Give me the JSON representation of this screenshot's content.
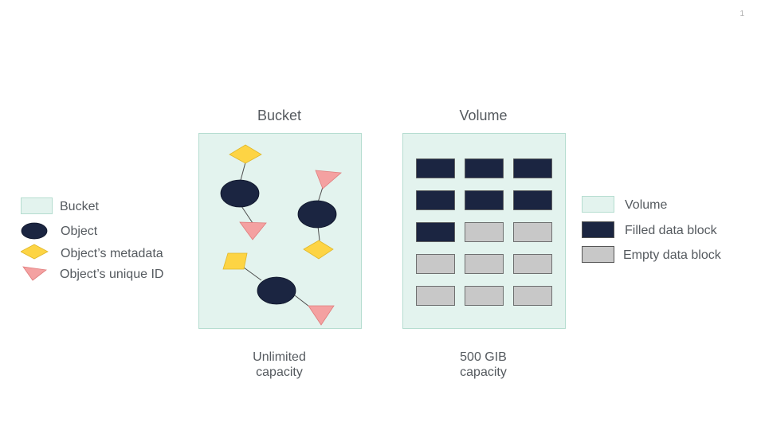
{
  "slide_number": "1",
  "bucket": {
    "title": "Bucket",
    "caption_line1": "Unlimited",
    "caption_line2": "capacity"
  },
  "volume": {
    "title": "Volume",
    "caption_line1": "500 GIB",
    "caption_line2": "capacity",
    "grid": {
      "rows": 5,
      "cols": 3,
      "filled_blocks": 7,
      "filled_color": "#1b2541",
      "empty_color": "#c8c8c8"
    }
  },
  "left_legend": [
    {
      "label": "Bucket",
      "icon": "bucket-swatch"
    },
    {
      "label": "Object",
      "icon": "object-ellipse-icon"
    },
    {
      "label": "Object’s metadata",
      "icon": "metadata-diamond-icon"
    },
    {
      "label": "Object’s unique ID",
      "icon": "unique-id-triangle-icon"
    }
  ],
  "right_legend": [
    {
      "label": "Volume",
      "icon": "volume-swatch"
    },
    {
      "label": "Filled data block",
      "icon": "filled-block-swatch"
    },
    {
      "label": "Empty data block",
      "icon": "empty-block-swatch"
    }
  ],
  "colors": {
    "panel_fill": "#e3f3ee",
    "panel_border": "#b5ddd0",
    "object": "#1b2541",
    "metadata": "#fdd444",
    "unique_id": "#f4a1a1",
    "text": "#555a5f"
  }
}
